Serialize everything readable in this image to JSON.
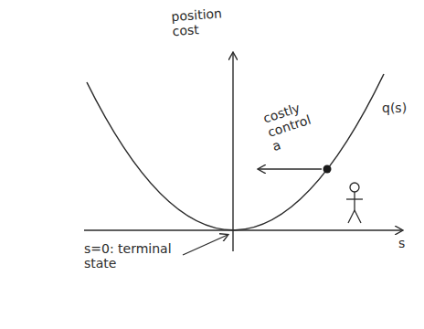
{
  "diagram": {
    "labels": [
      "position cost",
      "costly control a",
      "q(s)",
      "s=0: terminal state",
      "s"
    ]
  }
}
